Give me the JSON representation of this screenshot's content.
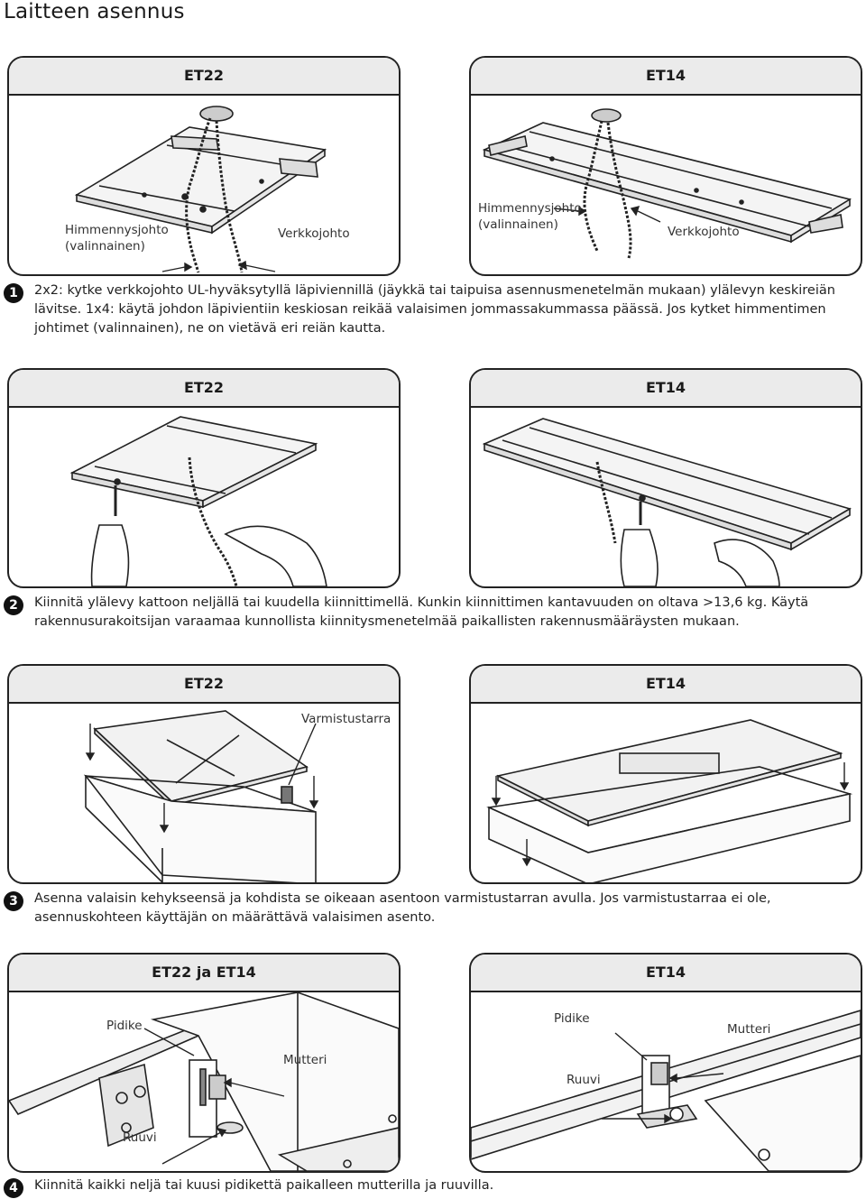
{
  "title": "Laitteen asennus",
  "section1": {
    "left_header": "ET22",
    "right_header": "ET14",
    "left_label_dimmer": "Himmennysjohto\n(valinnainen)",
    "left_label_mains": "Verkkojohto",
    "right_label_dimmer": "Himmennysjohto\n(valinnainen)",
    "right_label_mains": "Verkkojohto",
    "step_number": "1",
    "text": "2x2: kytke verkkojohto UL-hyväksytyllä läpiviennillä (jäykkä tai taipuisa asennusmenetelmän mukaan) ylälevyn keskireiän lävitse. 1x4: käytä johdon läpivientiin keskiosan reikää valaisimen jommassakummassa päässä. Jos kytket himmentimen johtimet (valinnainen), ne on vietävä eri reiän kautta."
  },
  "section2": {
    "left_header": "ET22",
    "right_header": "ET14",
    "step_number": "2",
    "text": "Kiinnitä ylälevy kattoon neljällä tai kuudella kiinnittimellä. Kunkin kiinnittimen kantavuuden on oltava >13,6 kg. Käytä rakennusurakoitsijan varaamaa kunnollista kiinnitysmenetelmää paikallisten rakennusmääräysten mukaan."
  },
  "section3": {
    "left_header": "ET22",
    "right_header": "ET14",
    "label_tab": "Varmistustarra",
    "step_number": "3",
    "text": "Asenna valaisin kehykseensä ja kohdista se oikeaan asentoon varmistustarran avulla. Jos varmistustarraa ei ole, asennuskohteen käyttäjän on määrättävä valaisimen asento."
  },
  "section4": {
    "left_header": "ET22 ja ET14",
    "right_header": "ET14",
    "left_label_clip": "Pidike",
    "left_label_nut": "Mutteri",
    "left_label_screw": "Ruuvi",
    "right_label_clip": "Pidike",
    "right_label_nut": "Mutteri",
    "right_label_screw": "Ruuvi",
    "step_number": "4",
    "text": "Kiinnitä kaikki neljä tai kuusi pidikettä paikalleen mutterilla ja ruuvilla."
  }
}
